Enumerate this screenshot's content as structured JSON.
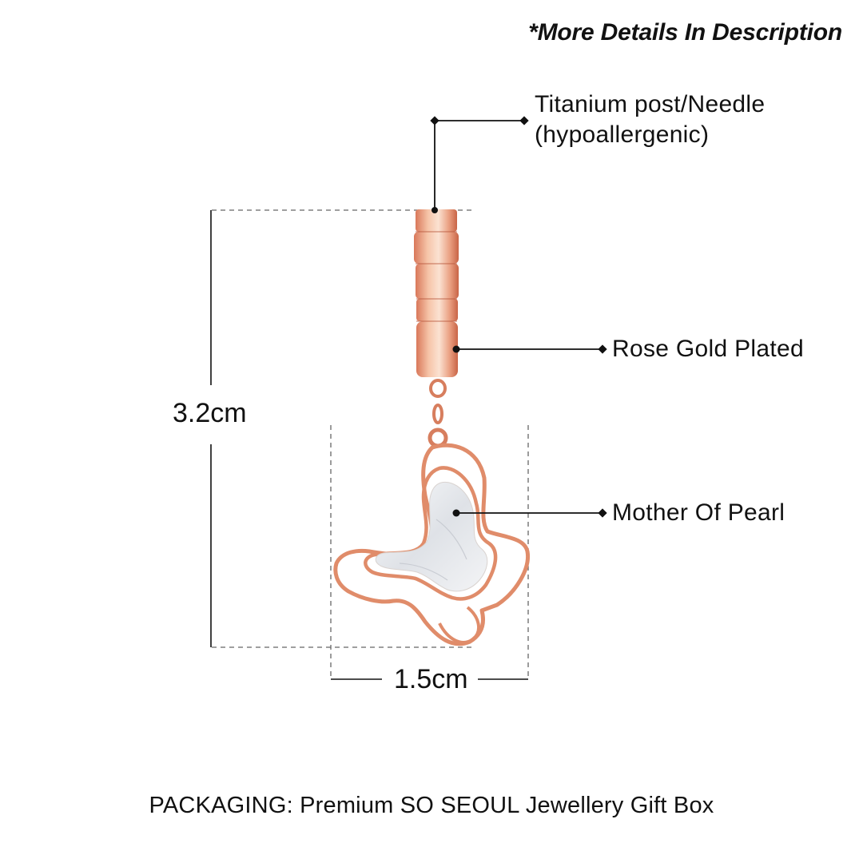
{
  "header": {
    "note": "*More Details In Description"
  },
  "callouts": {
    "post_line1": "Titanium post/Needle",
    "post_line2": "(hypoallergenic)",
    "plating": "Rose Gold Plated",
    "pearl": "Mother Of Pearl"
  },
  "dimensions": {
    "height": "3.2cm",
    "width": "1.5cm"
  },
  "footer": {
    "packaging": "PACKAGING: Premium SO SEOUL Jewellery Gift Box"
  },
  "colors": {
    "rose_gold": "#e89a78",
    "rose_gold_dark": "#c9643f",
    "pearl": "#eceef2",
    "line": "#111111",
    "dash": "#666666"
  }
}
